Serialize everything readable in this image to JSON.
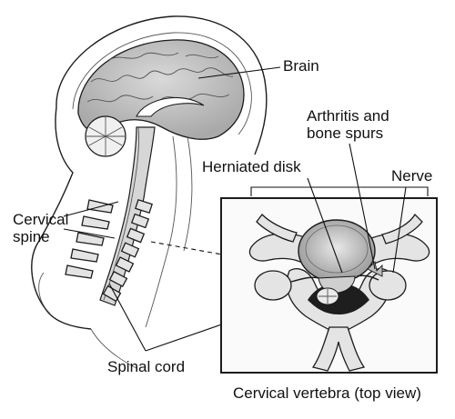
{
  "labels": {
    "brain": "Brain",
    "arthritis": "Arthritis and bone spurs",
    "herniated_disk": "Herniated disk",
    "nerve": "Nerve",
    "cervical_spine": "Cervical spine",
    "spinal_cord": "Spinal cord",
    "inset_caption": "Cervical vertebra (top view)"
  }
}
